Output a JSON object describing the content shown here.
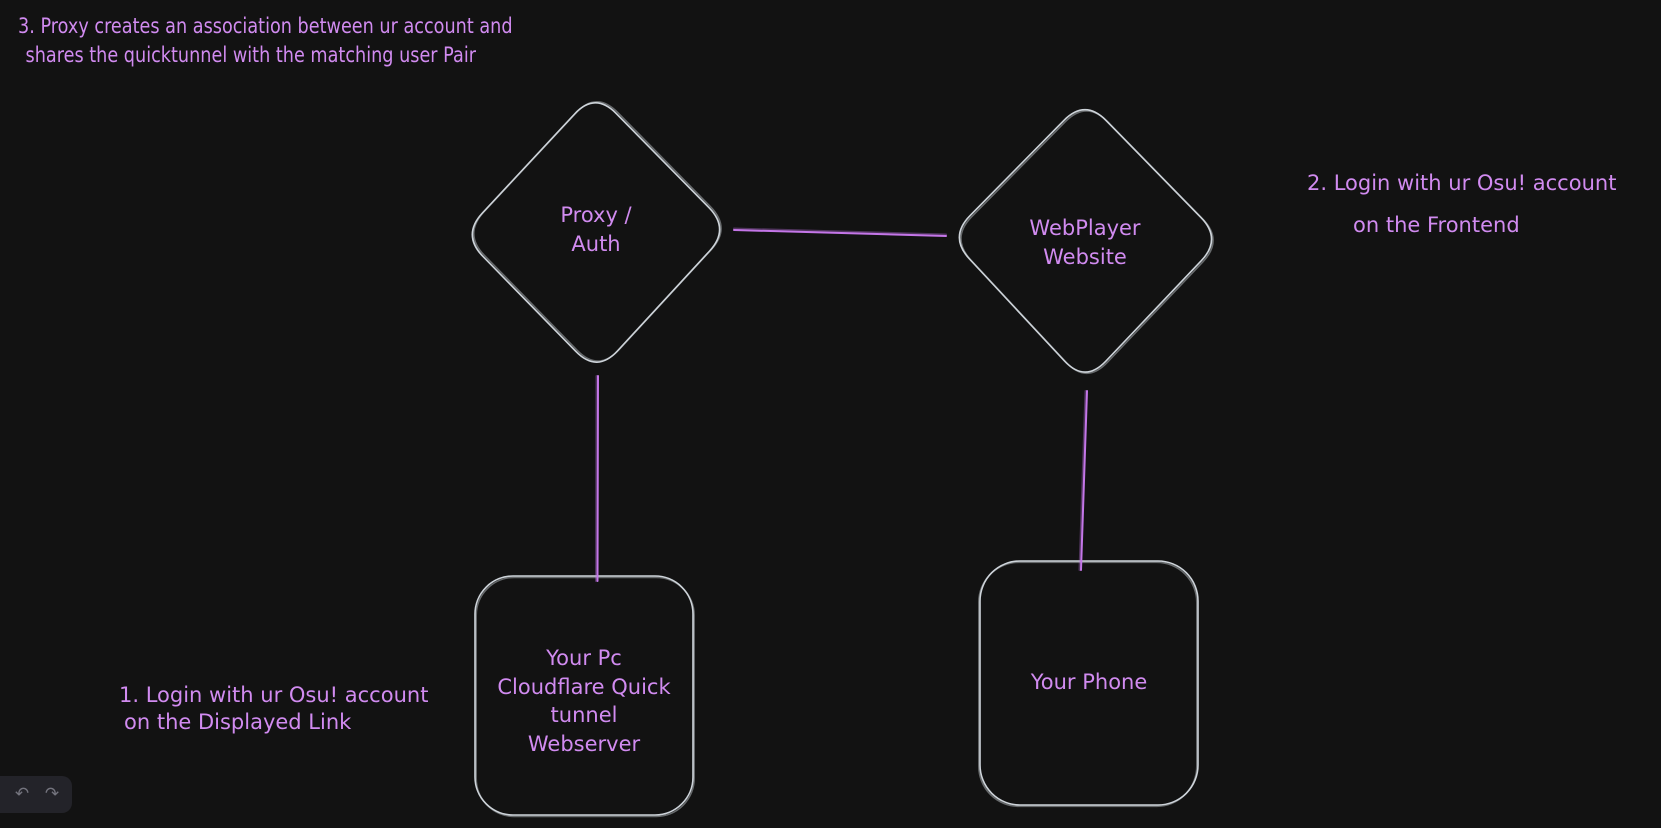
{
  "colors": {
    "canvas_background": "#121212",
    "shape_stroke": "#ced4da",
    "text_purple": "#d18bf0",
    "connector_purple": "#c476e8",
    "toolbar_island_bg": "#232329",
    "toolbar_icon": "#74747e"
  },
  "notes": {
    "step1": {
      "line1": "1. Login with ur Osu! account",
      "line2": "on the Displayed Link"
    },
    "step2": {
      "line1": "2. Login with ur Osu! account",
      "line2": "on the Frontend"
    },
    "step3": {
      "line1": "3. Proxy creates an association between ur account and",
      "line2": "shares the quicktunnel with the matching user Pair"
    }
  },
  "shapes": {
    "proxy_auth": {
      "type": "diamond",
      "lines": [
        "Proxy /",
        "Auth"
      ]
    },
    "webplayer": {
      "type": "diamond",
      "lines": [
        "WebPlayer",
        "Website"
      ]
    },
    "pc_webserver": {
      "type": "rectangle",
      "lines": [
        "Your Pc",
        "Cloudflare Quick",
        "tunnel",
        "Webserver"
      ]
    },
    "phone": {
      "type": "rectangle",
      "lines": [
        "Your Phone"
      ]
    }
  },
  "connectors": [
    {
      "from": "proxy_auth",
      "to": "webplayer"
    },
    {
      "from": "proxy_auth",
      "to": "pc_webserver"
    },
    {
      "from": "webplayer",
      "to": "phone"
    }
  ],
  "toolbar": {
    "undo_icon": "↶",
    "redo_icon": "↷"
  }
}
